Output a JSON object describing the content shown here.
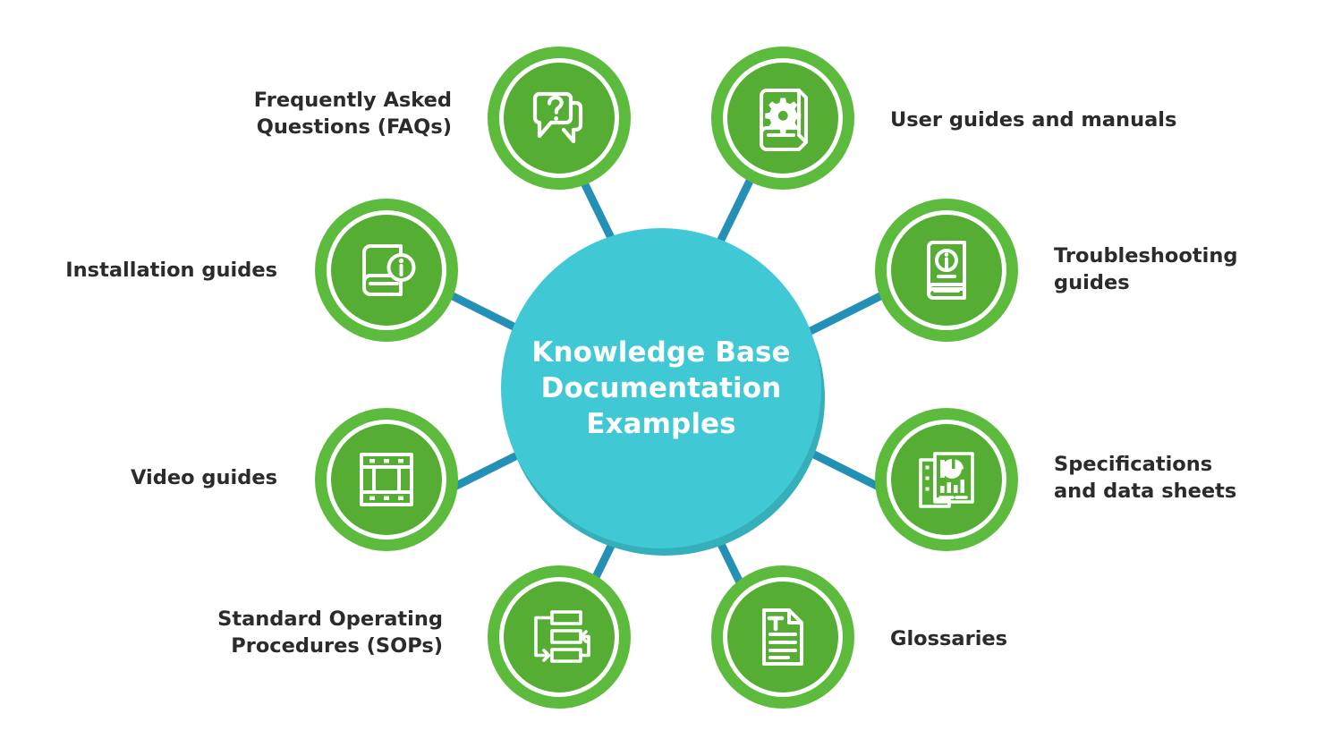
{
  "diagram": {
    "type": "hub-and-spoke",
    "center": {
      "title": "Knowledge Base\nDocumentation\nExamples",
      "color": "#40c9d4",
      "shadow_color": "#35afb9",
      "text_color": "#ffffff"
    },
    "style": {
      "node_ring_color": "#5cbb3c",
      "node_fill_color": "#55ae33",
      "node_gap_color": "#ffffff",
      "connector_color": "#2490b5",
      "label_color": "#2b2b2b",
      "background": "#ffffff"
    },
    "nodes": [
      {
        "id": "faqs",
        "label": "Frequently Asked\nQuestions (FAQs)",
        "icon": "speech-bubbles-question-icon",
        "label_side": "left"
      },
      {
        "id": "user-guides",
        "label": "User guides and manuals",
        "icon": "book-gear-icon",
        "label_side": "right"
      },
      {
        "id": "troubleshooting",
        "label": "Troubleshooting\nguides",
        "icon": "book-info-cover-icon",
        "label_side": "right"
      },
      {
        "id": "specifications",
        "label": "Specifications\nand data sheets",
        "icon": "documents-charts-icon",
        "label_side": "right"
      },
      {
        "id": "glossaries",
        "label": "Glossaries",
        "icon": "document-text-letter-icon",
        "label_side": "right"
      },
      {
        "id": "sops",
        "label": "Standard Operating\nProcedures (SOPs)",
        "icon": "flowchart-process-icon",
        "label_side": "left"
      },
      {
        "id": "video-guides",
        "label": "Video guides",
        "icon": "film-strip-icon",
        "label_side": "left"
      },
      {
        "id": "installation",
        "label": "Installation guides",
        "icon": "book-info-badge-icon",
        "label_side": "left"
      }
    ]
  }
}
